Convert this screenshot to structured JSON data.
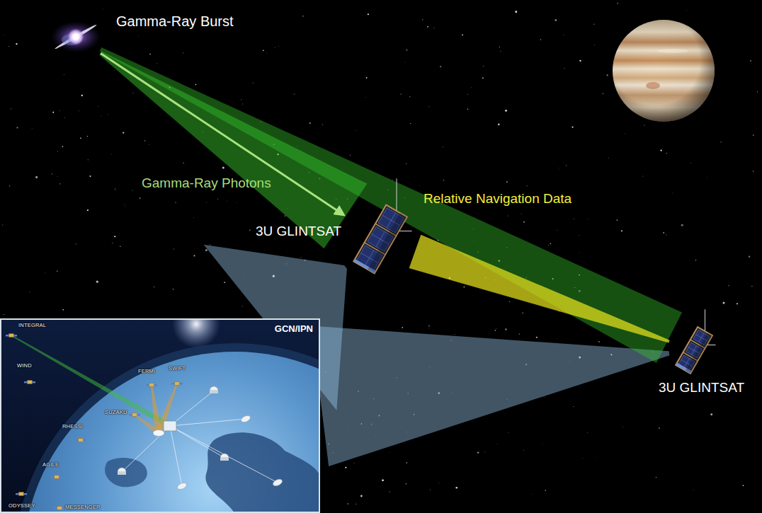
{
  "diagram": {
    "nodes": [
      {
        "text": [
          "Gamma-Ray Burst"
        ]
      },
      {
        "text": [
          "3U GLINTSAT"
        ]
      },
      {
        "text": [
          "3U GLINTSAT"
        ]
      },
      {
        "text": [
          "GCN/IPN"
        ]
      }
    ],
    "edges": [
      {
        "from": 0,
        "to": 1,
        "arrow": "to",
        "label": "Gamma-Ray Photons"
      },
      {
        "from": 0,
        "to": 2,
        "arrow": "none"
      },
      {
        "from": 1,
        "to": 2,
        "arrow": "none",
        "label": "Relative Navigation Data"
      },
      {
        "from": 1,
        "to": 3,
        "arrow": "none"
      },
      {
        "from": 2,
        "to": 3,
        "arrow": "none"
      }
    ],
    "labels": [
      "INTEGRAL",
      "WIND",
      "FERMI",
      "SWIFT",
      "SUZAKU",
      "RHESSI",
      "AGILE",
      "ODYSSEY",
      "MESSENGER"
    ]
  }
}
